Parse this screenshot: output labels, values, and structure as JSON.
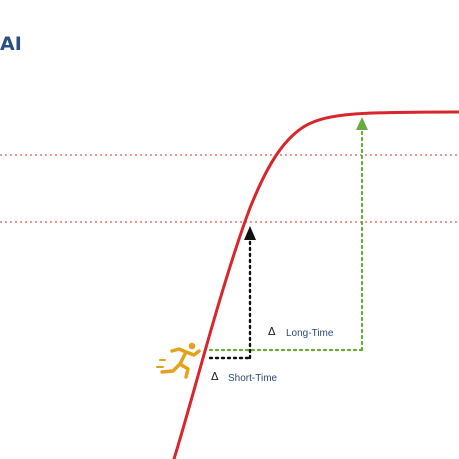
{
  "heading": {
    "text": "AI"
  },
  "annotations": {
    "long_time": {
      "symbol": "Δ",
      "label": "Long-Time"
    },
    "short_time": {
      "symbol": "Δ",
      "label": "Short-Time"
    }
  },
  "icons": {
    "runner": "running-person-icon"
  },
  "colors": {
    "curve": "#d9262c",
    "threshold_lines": "#e05a50",
    "short_time_arrow": "#111111",
    "long_time_arrow": "#6aaa3c",
    "runner": "#e3a21a",
    "heading": "#2c4f88",
    "label_text": "#2d4a78"
  }
}
